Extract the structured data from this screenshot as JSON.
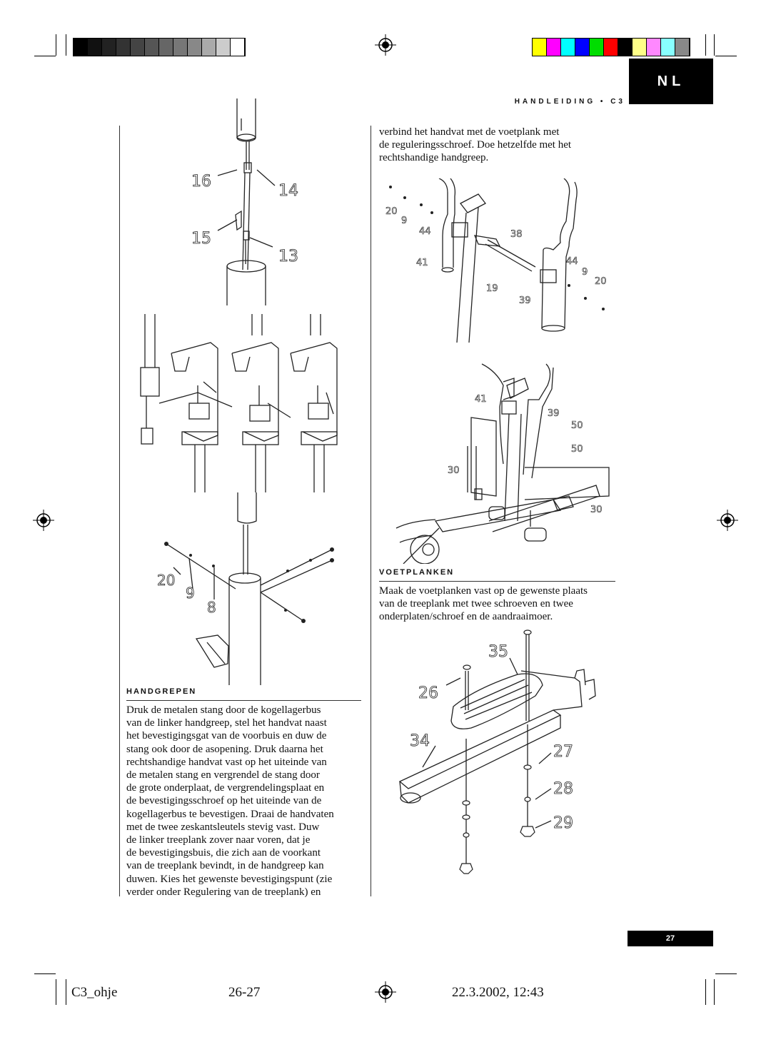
{
  "header": {
    "title": "HANDLEIDING • C3",
    "language": "NL"
  },
  "colors": {
    "gray_bar": [
      "#000000",
      "#111111",
      "#222222",
      "#333333",
      "#444444",
      "#555555",
      "#666666",
      "#777777",
      "#888888",
      "#aaaaaa",
      "#cccccc",
      "#ffffff"
    ],
    "color_bar": [
      "#ffff00",
      "#ff00ff",
      "#00ffff",
      "#0000ff",
      "#00dd00",
      "#ff0000",
      "#000000",
      "#ffff88",
      "#ff88ff",
      "#88ffff",
      "#888888"
    ]
  },
  "sections": {
    "handgrepen": {
      "heading": "HANDGREPEN",
      "lines": [
        "Druk de metalen stang door de kogellagerbus",
        "van de linker handgreep, stel het handvat naast",
        "het bevestigingsgat van de voorbuis en duw de",
        "stang ook door de asopening. Druk daarna het",
        "rechtshandige handvat vast op het uiteinde van",
        "de metalen stang en vergrendel de stang door",
        "de grote onderplaat, de vergrendelingsplaat en",
        "de bevestigingsschroef op het uiteinde van de",
        "kogellagerbus te bevestigen. Draai de handvaten",
        "met de twee zeskantsleutels stevig vast. Duw",
        "de linker treeplank zover naar voren, dat je",
        "de bevestigingsbuis, die zich aan de voorkant",
        "van de treeplank bevindt, in de handgreep kan",
        "duwen. Kies het gewenste bevestigingspunt (zie",
        "verder onder Regulering van de treeplank) en"
      ]
    },
    "continuation": {
      "lines": [
        "verbind het handvat met de voetplank met",
        "de reguleringsschroef. Doe hetzelfde met het",
        "rechtshandige handgreep."
      ]
    },
    "voetplanken": {
      "heading": "VOETPLANKEN",
      "lines": [
        "Maak de voetplanken vast op de gewenste plaats",
        "van de treeplank met twee schroeven en twee",
        "onderplaten/schroef en de aandraaimoer."
      ]
    }
  },
  "diagram_labels": {
    "fig1": [
      "16",
      "14",
      "15",
      "13"
    ],
    "fig3": [
      "20",
      "9",
      "8"
    ],
    "fig4": [
      "20",
      "9",
      "44",
      "38",
      "41",
      "44",
      "9",
      "20",
      "19",
      "39"
    ],
    "fig5": [
      "41",
      "39",
      "50",
      "50",
      "30",
      "30"
    ],
    "fig6": [
      "35",
      "26",
      "34",
      "27",
      "28",
      "29"
    ]
  },
  "footer": {
    "page_number": "27",
    "file": "C3_ohje",
    "pages": "26-27",
    "timestamp": "22.3.2002, 12:43"
  }
}
